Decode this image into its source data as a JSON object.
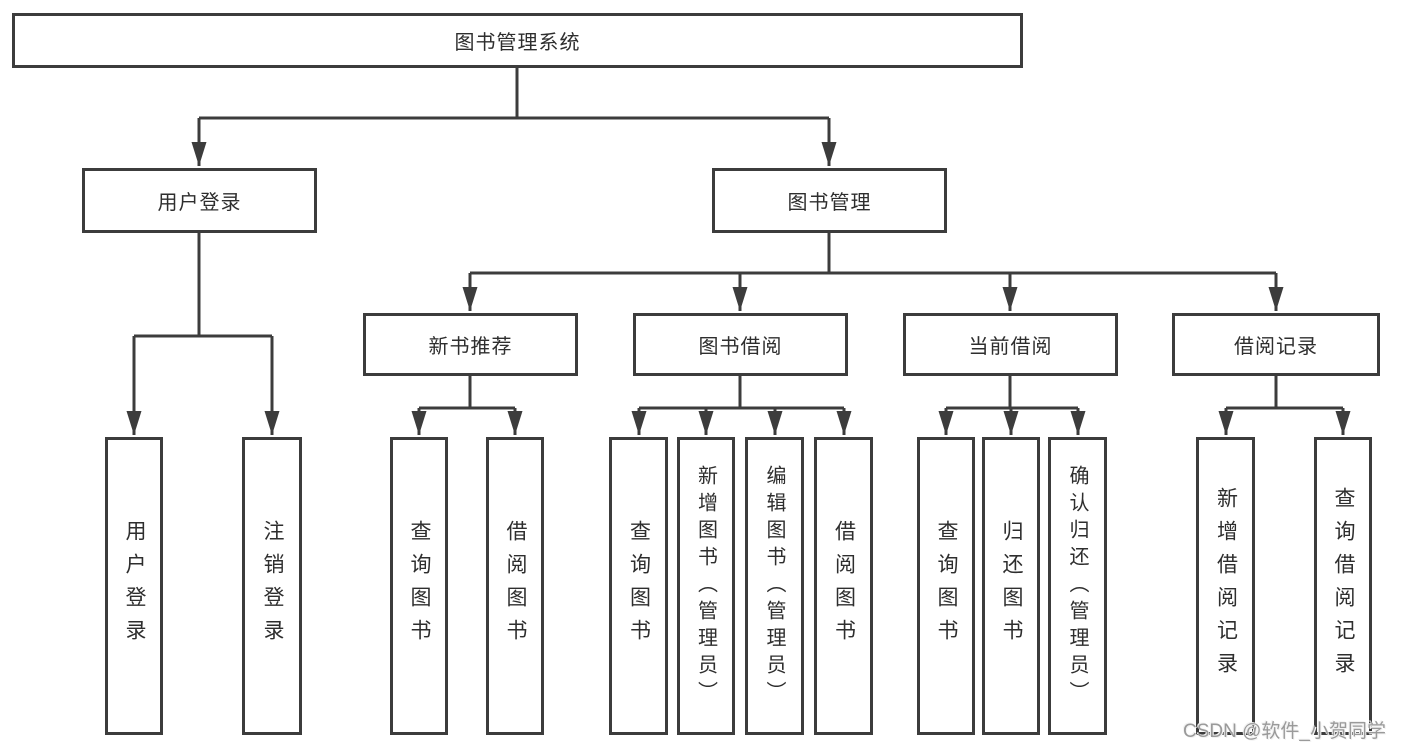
{
  "diagram": {
    "type": "hierarchy-diagram",
    "root": {
      "label": "图书管理系统"
    },
    "level2": [
      {
        "label": "用户登录",
        "parent": "图书管理系统"
      },
      {
        "label": "图书管理",
        "parent": "图书管理系统"
      }
    ],
    "level3": [
      {
        "label": "新书推荐",
        "parent": "图书管理"
      },
      {
        "label": "图书借阅",
        "parent": "图书管理"
      },
      {
        "label": "当前借阅",
        "parent": "图书管理"
      },
      {
        "label": "借阅记录",
        "parent": "图书管理"
      }
    ],
    "leaves": [
      {
        "label": "用户登录",
        "parent": "用户登录"
      },
      {
        "label": "注销登录",
        "parent": "用户登录"
      },
      {
        "label": "查询图书",
        "parent": "新书推荐"
      },
      {
        "label": "借阅图书",
        "parent": "新书推荐"
      },
      {
        "label": "查询图书",
        "parent": "图书借阅"
      },
      {
        "label": "新增图书（管理员）",
        "parent": "图书借阅"
      },
      {
        "label": "编辑图书（管理员）",
        "parent": "图书借阅"
      },
      {
        "label": "借阅图书",
        "parent": "图书借阅"
      },
      {
        "label": "查询图书",
        "parent": "当前借阅"
      },
      {
        "label": "归还图书",
        "parent": "当前借阅"
      },
      {
        "label": "确认归还（管理员）",
        "parent": "当前借阅"
      },
      {
        "label": "新增借阅记录",
        "parent": "借阅记录"
      },
      {
        "label": "查询借阅记录",
        "parent": "借阅记录"
      }
    ],
    "watermark": "CSDN @软件_小贺同学",
    "colors": {
      "line": "#3c3c3c",
      "text": "#2e2e2e",
      "background": "#ffffff",
      "watermark": "#9a9a9a"
    }
  }
}
